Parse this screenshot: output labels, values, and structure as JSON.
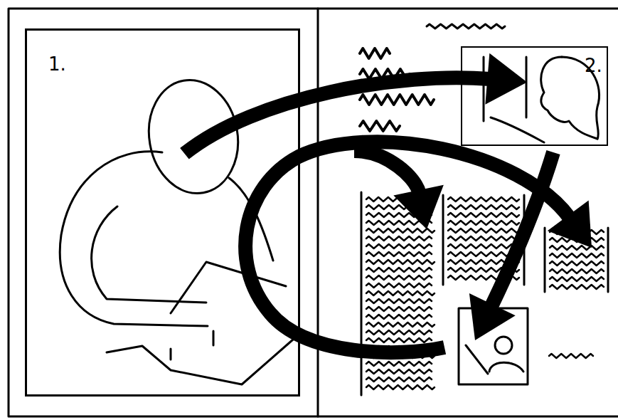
{
  "diagram": {
    "nodes": [
      {
        "text": [
          "1."
        ]
      },
      {
        "text": [
          "2."
        ]
      }
    ],
    "edges": [
      {
        "from": 0,
        "to": 1,
        "arrow": "to"
      }
    ]
  }
}
